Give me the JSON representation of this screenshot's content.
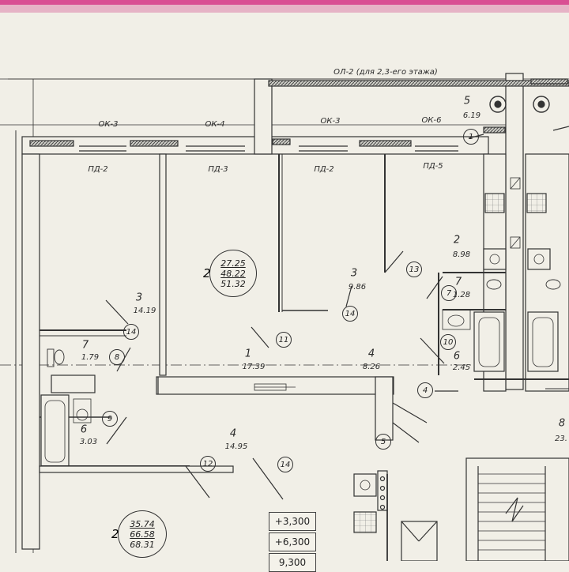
{
  "plan": {
    "header_note": "ОЛ-2 (для 2,3-его этажа)",
    "windows": [
      "ОК-3",
      "ОК-4",
      "ОК-3",
      "ОК-6"
    ],
    "balcony_doors": [
      "ПД-2",
      "ПД-3",
      "ПД-2",
      "ПД-5"
    ],
    "apartments": [
      {
        "id": "apt-a",
        "digit": "2",
        "total": "27.25",
        "living": "48.22",
        "full": "51.32"
      },
      {
        "id": "apt-b",
        "digit": "2",
        "total": "35.74",
        "living": "66.58",
        "full": "68.31"
      }
    ],
    "rooms": [
      {
        "num": "5",
        "area": "6.19"
      },
      {
        "num": "2",
        "area": "8.98"
      },
      {
        "num": "7",
        "area": "1.28"
      },
      {
        "num": "6",
        "area": "2.45"
      },
      {
        "num": "3",
        "area": "9.86"
      },
      {
        "num": "4",
        "area": "8.26"
      },
      {
        "num": "1",
        "area": "17.39"
      },
      {
        "num": "3",
        "area": "14.19"
      },
      {
        "num": "7",
        "area": "1.79"
      },
      {
        "num": "6",
        "area": "3.03"
      },
      {
        "num": "4",
        "area": "14.95"
      },
      {
        "num": "8",
        "area": "23."
      }
    ],
    "markers": [
      "1",
      "13",
      "7",
      "14",
      "10",
      "11",
      "14",
      "8",
      "9",
      "4",
      "5",
      "12",
      "14"
    ],
    "levels": [
      "+3,300",
      "+6,300",
      "9,300"
    ]
  }
}
